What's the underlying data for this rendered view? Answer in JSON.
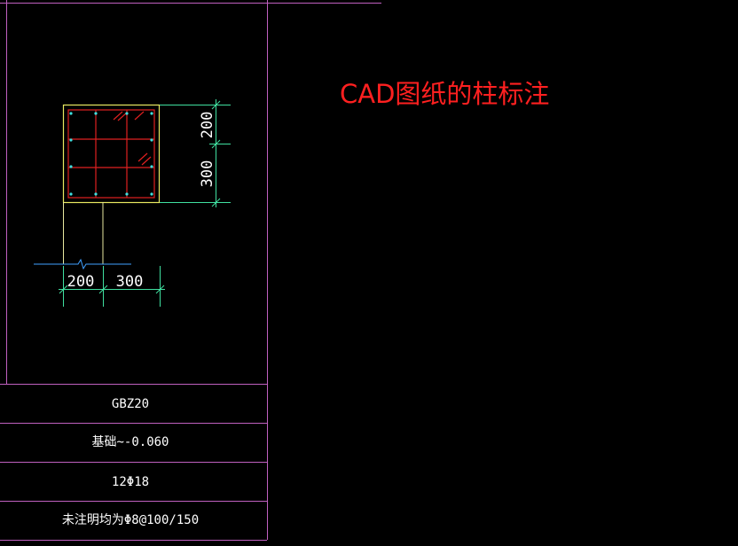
{
  "annotation": {
    "text": "CAD图纸的柱标注",
    "color": "#ff2020"
  },
  "dimensions": {
    "right_top": "200",
    "right_bottom": "300",
    "bottom_left": "200",
    "bottom_right": "300"
  },
  "column_table": {
    "rows": [
      "GBZ20",
      "基础~-0.060",
      "12Φ18",
      "未注明均为Φ8@100/150"
    ]
  },
  "colors": {
    "background": "#000000",
    "frame": "#c060c0",
    "column_outline": "#e8e860",
    "rebar": "#e02020",
    "dimension": "#40e0a0",
    "leader": "#e8e8a0",
    "text": "#ffffff"
  }
}
